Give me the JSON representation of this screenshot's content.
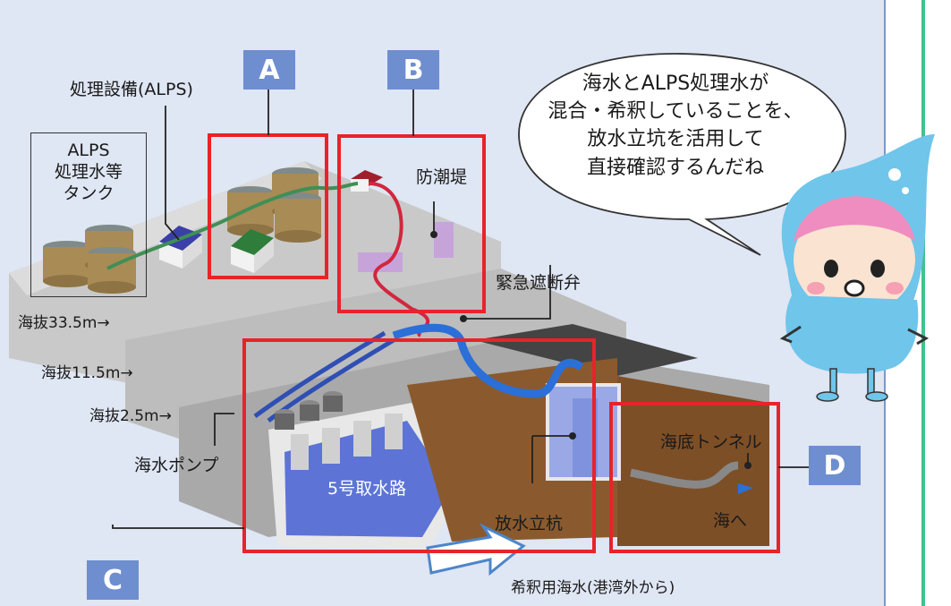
{
  "labels": {
    "alps_equipment": "処理設備(ALPS)",
    "tank_line1": "ALPS",
    "tank_line2": "処理水等",
    "tank_line3": "タンク",
    "seawall": "防潮堤",
    "valve": "緊急遮断弁",
    "elev_335": "海抜33.5m→",
    "elev_115": "海抜11.5m→",
    "elev_25": "海抜2.5m→",
    "pump": "海水ポンプ",
    "intake": "5号取水路",
    "shaft": "放水立杭",
    "tunnel": "海底トンネル",
    "to_sea": "海へ",
    "dilution_water": "希釈用海水(港湾外から)"
  },
  "tags": {
    "a": "A",
    "b": "B",
    "c": "C",
    "d": "D"
  },
  "speech": {
    "line1": "海水とALPS処理水が",
    "line2": "混合・希釈していることを、",
    "line3": "放水立坑を活用して",
    "line4": "直接確認するんだね"
  },
  "colors": {
    "background": "#dfe6f4",
    "tag_fill": "#6f8ed0",
    "highlight_box": "#e8232a",
    "ground": "#b9b9b9",
    "water": "#5d74d6",
    "pipe": "#2f4fb4",
    "accent_green": "#42c28e"
  }
}
